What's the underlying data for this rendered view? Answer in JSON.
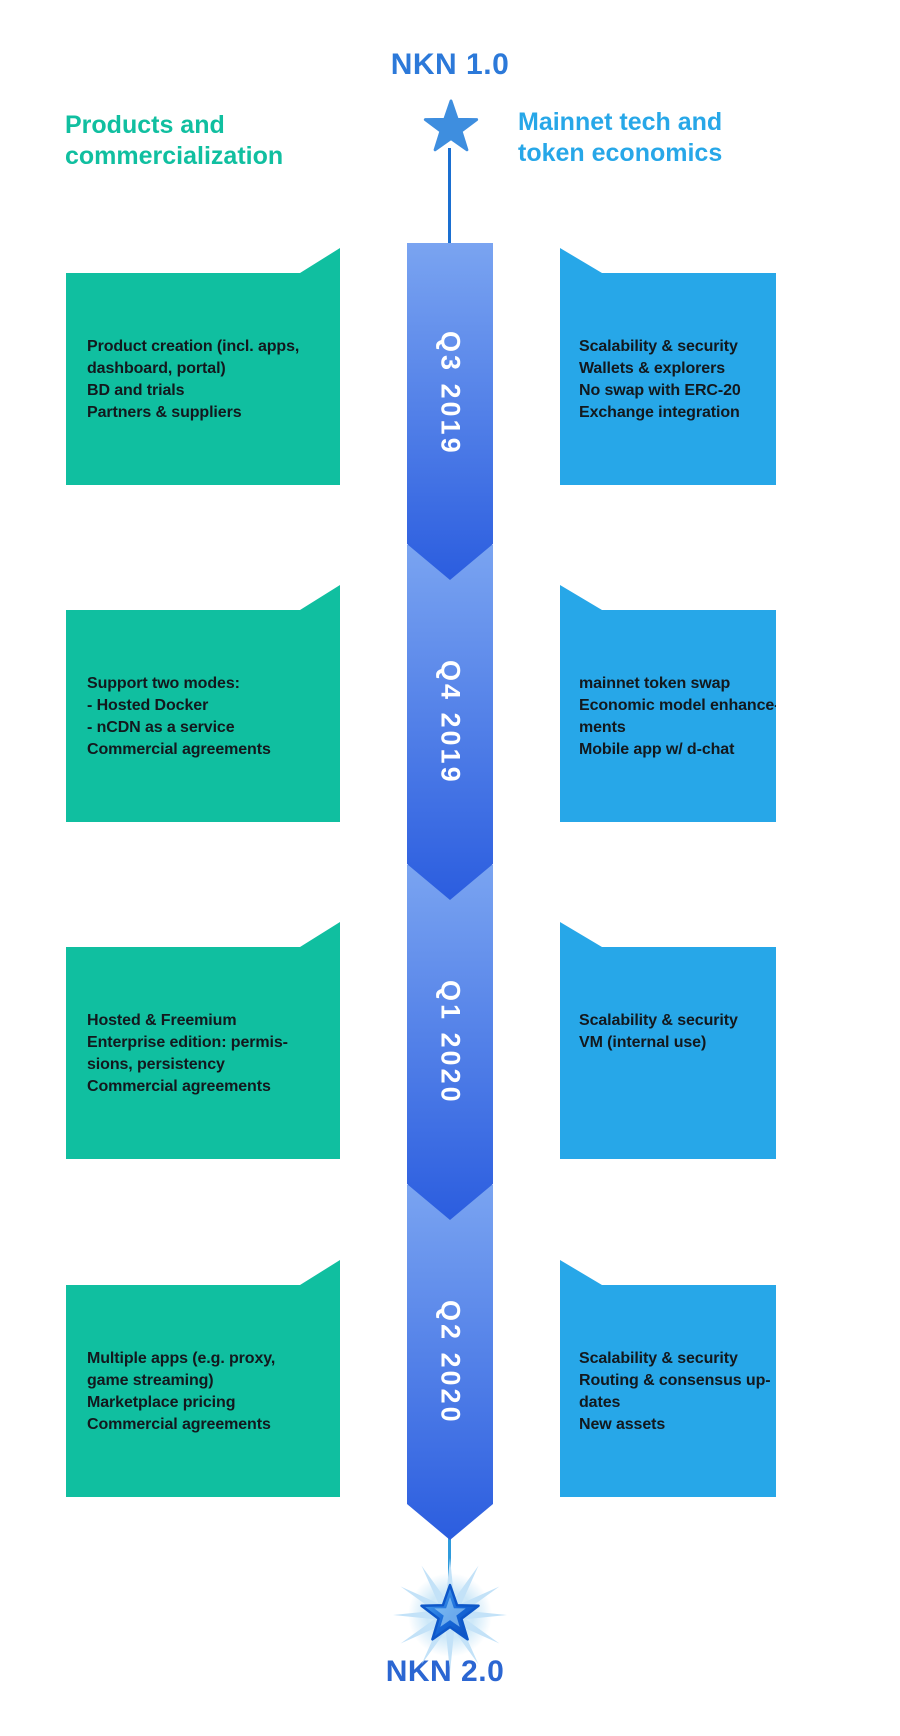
{
  "diagram": {
    "milestone_top": "NKN 1.0",
    "milestone_bottom": "NKN 2.0",
    "column_left_header": "Products and commercialization",
    "column_right_header": "Mainnet tech and token economics",
    "rows": [
      {
        "quarter": "Q3 2019",
        "products": "Product creation (incl. apps,\ndashboard, portal)\nBD and trials\nPartners & suppliers",
        "mainnet": "Scalability & security\nWallets & explorers\nNo swap with ERC-20\nExchange integration"
      },
      {
        "quarter": "Q4 2019",
        "products": "Support two modes:\n- Hosted Docker\n- nCDN as a service\nCommercial agreements",
        "mainnet": "mainnet token swap\nEconomic model enhance-\nments\nMobile app w/ d-chat"
      },
      {
        "quarter": "Q1 2020",
        "products": "Hosted & Freemium\nEnterprise edition: permis-\nsions, persistency\nCommercial agreements",
        "mainnet": "Scalability & security\nVM (internal use)"
      },
      {
        "quarter": "Q2 2020",
        "products": "Multiple apps (e.g. proxy,\ngame streaming)\nMarketplace pricing\nCommercial agreements",
        "mainnet": "Scalability & security\nRouting & consensus up-\ndates\nNew assets"
      }
    ],
    "colors": {
      "products_green": "#10bfa0",
      "mainnet_blue": "#27a7e8",
      "timeline_gradient_top": "#7aa4f1",
      "timeline_gradient_bottom": "#2b5ddf",
      "milestone_text_blue": "#2c79d9",
      "box_text": "#13181d"
    }
  }
}
